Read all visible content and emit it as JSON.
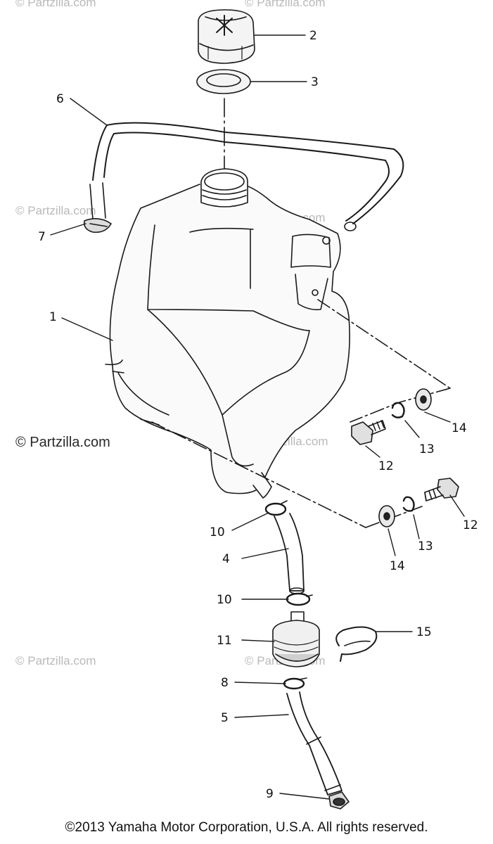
{
  "watermark": {
    "text": "© Partzilla.com",
    "main_text": "© Partzilla.com"
  },
  "copyright": "©2013 Yamaha Motor Corporation, U.S.A. All rights reserved.",
  "callouts": {
    "c1": "1",
    "c2": "2",
    "c3": "3",
    "c4": "4",
    "c5": "5",
    "c6": "6",
    "c7": "7",
    "c8": "8",
    "c9": "9",
    "c10a": "10",
    "c10b": "10",
    "c11": "11",
    "c12a": "12",
    "c12b": "12",
    "c13a": "13",
    "c13b": "13",
    "c14a": "14",
    "c14b": "14",
    "c15": "15"
  }
}
